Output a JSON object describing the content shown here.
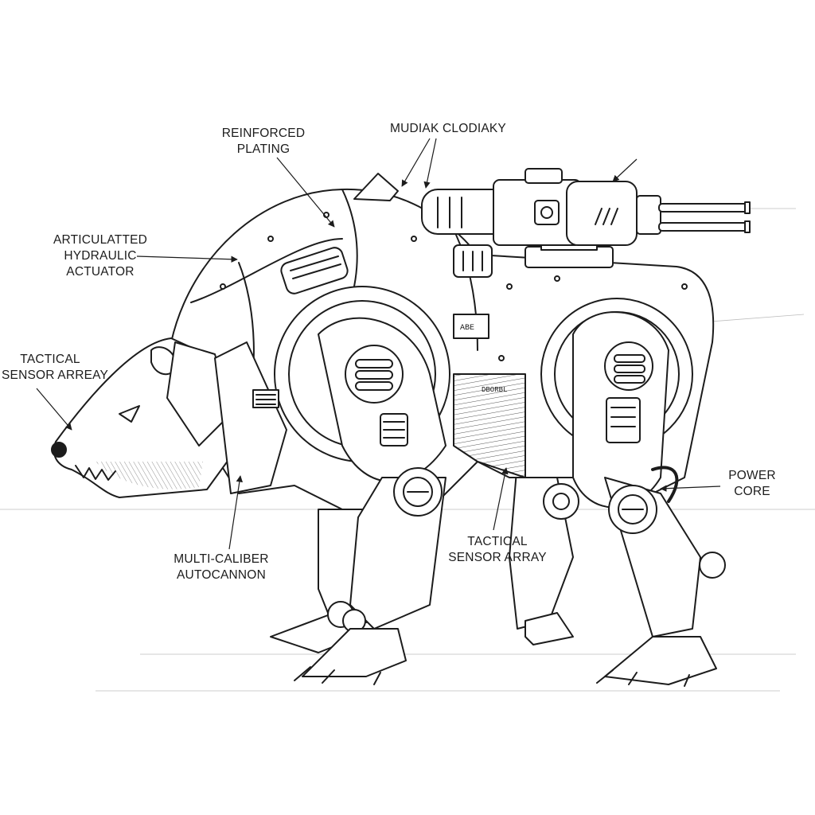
{
  "labels": {
    "reinforced_plating": [
      "REINFORCED",
      "PLATING"
    ],
    "codename": [
      "MUDIAK CLODIAKY"
    ],
    "articulated_actuator": [
      "ARTICULATTED",
      "HYDRAULIC",
      "ACTUATOR"
    ],
    "sensor_array_head": [
      "TACTICAL",
      "SENSOR ARREAY"
    ],
    "autocannon": [
      "MULTI-CALIBER",
      "AUTOCANNON"
    ],
    "sensor_array_belly": [
      "TACTICAL",
      "SENSOR ARRAY"
    ],
    "power_core": [
      "POWER",
      "CORE"
    ]
  },
  "markings": {
    "shoulder_plate": "DBORBL",
    "emblem": "ABE"
  },
  "colors": {
    "ink": "#1c1c1c",
    "shade": "#d9d9d9",
    "paper": "#ffffff"
  }
}
